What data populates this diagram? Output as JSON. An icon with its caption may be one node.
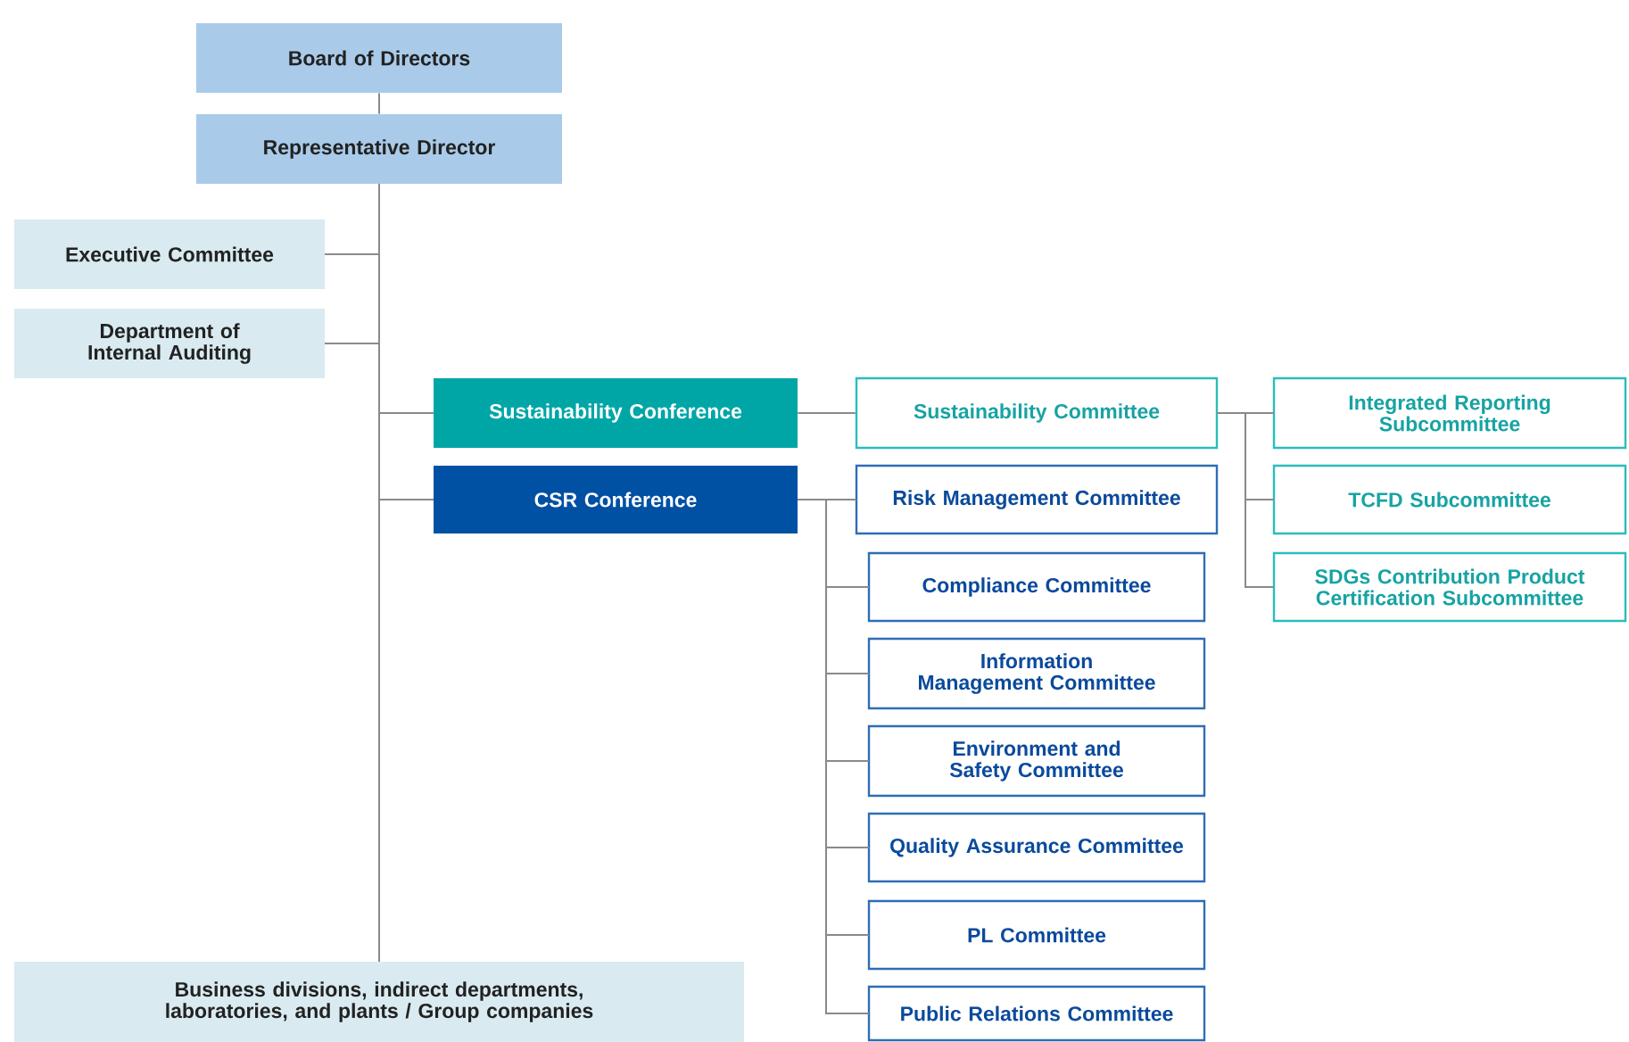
{
  "diagram": {
    "nodes": [
      {
        "text": [
          "Board of Directors"
        ]
      },
      {
        "text": [
          "Representative Director"
        ]
      },
      {
        "text": [
          "Executive Committee"
        ]
      },
      {
        "text": [
          "Department of Internal Auditing"
        ]
      },
      {
        "text": [
          "Sustainability Conference"
        ]
      },
      {
        "text": [
          "CSR Conference"
        ]
      },
      {
        "text": [
          "Sustainability Committee"
        ]
      },
      {
        "text": [
          "Integrated Reporting Subcommittee"
        ]
      },
      {
        "text": [
          "TCFD Subcommittee"
        ]
      },
      {
        "text": [
          "SDGs Contribution Product Certification Subcommittee"
        ]
      },
      {
        "text": [
          "Risk Management Committee"
        ]
      },
      {
        "text": [
          "Compliance Committee"
        ]
      },
      {
        "text": [
          "Information Management Committee"
        ]
      },
      {
        "text": [
          "Environment and Safety Committee"
        ]
      },
      {
        "text": [
          "Quality Assurance Committee"
        ]
      },
      {
        "text": [
          "PL Committee"
        ]
      },
      {
        "text": [
          "Public Relations Committee"
        ]
      },
      {
        "text": [
          "Business divisions, indirect departments, laboratories, and plants / Group companies"
        ]
      }
    ],
    "edges": [
      {
        "from": 0,
        "to": 1,
        "arrow": "none"
      },
      {
        "from": 1,
        "to": 2,
        "arrow": "none"
      },
      {
        "from": 1,
        "to": 3,
        "arrow": "none"
      },
      {
        "from": 1,
        "to": 4,
        "arrow": "none"
      },
      {
        "from": 1,
        "to": 5,
        "arrow": "none"
      },
      {
        "from": 1,
        "to": 17,
        "arrow": "none"
      },
      {
        "from": 4,
        "to": 6,
        "arrow": "none"
      },
      {
        "from": 6,
        "to": 7,
        "arrow": "none"
      },
      {
        "from": 6,
        "to": 8,
        "arrow": "none"
      },
      {
        "from": 6,
        "to": 9,
        "arrow": "none"
      },
      {
        "from": 5,
        "to": 10,
        "arrow": "none"
      },
      {
        "from": 5,
        "to": 11,
        "arrow": "none"
      },
      {
        "from": 5,
        "to": 12,
        "arrow": "none"
      },
      {
        "from": 5,
        "to": 13,
        "arrow": "none"
      },
      {
        "from": 5,
        "to": 14,
        "arrow": "none"
      },
      {
        "from": 5,
        "to": 15,
        "arrow": "none"
      },
      {
        "from": 5,
        "to": 16,
        "arrow": "none"
      }
    ]
  }
}
